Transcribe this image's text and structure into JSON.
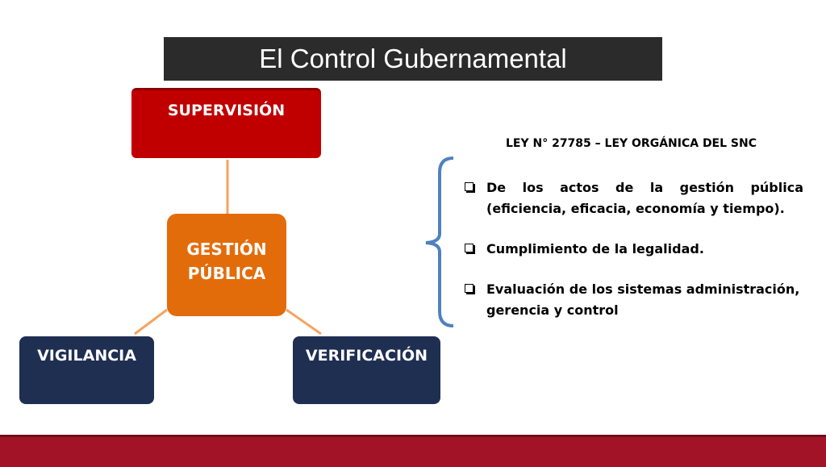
{
  "title": "El Control Gubernamental",
  "nodes": {
    "supervision": "SUPERVISIÓN",
    "gestion_line1": "GESTIÓN",
    "gestion_line2": "PÚBLICA",
    "vigilancia": "VIGILANCIA",
    "verificacion": "VERIFICACIÓN"
  },
  "law": {
    "title": "LEY N° 27785 – LEY  ORGÁNICA DEL SNC",
    "items": [
      "De los actos de la gestión pública (eficiencia, eficacia, economía y tiempo).",
      "Cumplimiento de la legalidad.",
      "Evaluación de los sistemas administración, gerencia y control"
    ]
  },
  "colors": {
    "title_bg": "#2b2b2b",
    "supervision": "#c00000",
    "gestion": "#e36c0a",
    "bottom_nodes": "#1f2f52",
    "connector": "#f4a460",
    "brace": "#4f81bd",
    "footer": "#a31328"
  },
  "icons": {
    "bullet": "square-checkbox-icon",
    "brace": "left-curly-brace-icon"
  }
}
